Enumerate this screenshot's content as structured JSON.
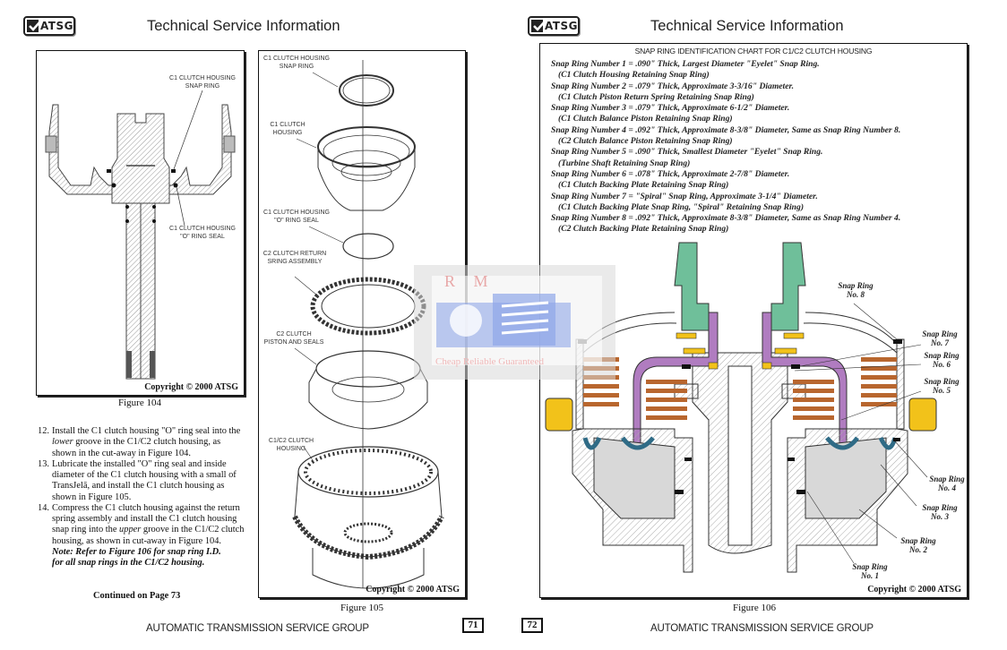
{
  "header": {
    "logo_text": "ATSG",
    "left_title": "Technical Service Information",
    "right_title": "Technical Service Information"
  },
  "figure104": {
    "caption": "Figure 104",
    "copyright": "Copyright © 2000 ATSG",
    "labels": {
      "snap_ring": "C1 CLUTCH HOUSING SNAP RING",
      "snap_ring_l1": "C1 CLUTCH HOUSING",
      "snap_ring_l2": "SNAP RING",
      "oring_l1": "C1 CLUTCH HOUSING",
      "oring_l2": "\"O\" RING SEAL"
    }
  },
  "figure105": {
    "caption": "Figure 105",
    "copyright": "Copyright © 2000 ATSG",
    "labels": [
      {
        "l1": "C1 CLUTCH HOUSING",
        "l2": "SNAP RING"
      },
      {
        "l1": "C1 CLUTCH",
        "l2": "HOUSING"
      },
      {
        "l1": "C1 CLUTCH HOUSING",
        "l2": "\"O\" RING SEAL"
      },
      {
        "l1": "C2 CLUTCH RETURN",
        "l2": "SRING ASSEMBLY"
      },
      {
        "l1": "C2 CLUTCH",
        "l2": "PISTON AND SEALS"
      },
      {
        "l1": "C1/C2 CLUTCH",
        "l2": "HOUSING"
      }
    ]
  },
  "instructions": {
    "steps": [
      {
        "num": "12.",
        "parts": [
          "Install the C1 clutch housing \"O\" ring seal into the ",
          "lower",
          " groove in the C1/C2 clutch housing, as shown in the cut-away in Figure 104."
        ]
      },
      {
        "num": "13.",
        "parts": [
          "Lubricate the installed \"O\" ring seal and inside diameter of the C1 clutch housing with a small of TransJelā, and install the C1 clutch housing as shown in Figure 105.",
          "",
          ""
        ]
      },
      {
        "num": "14.",
        "parts": [
          "Compress the C1 clutch housing against the return spring assembly and install the C1 clutch housing snap ring into the ",
          "upper",
          " groove in the C1/C2 clutch housing, as shown in cut-away in Figure 104."
        ]
      }
    ],
    "note_l1": "Note: Refer to Figure 106 for snap ring I.D.",
    "note_l2": "for all snap rings in the C1/C2 housing.",
    "continued": "Continued on Page 73"
  },
  "figure106": {
    "caption": "Figure 106",
    "copyright": "Copyright © 2000 ATSG",
    "chart_title": "SNAP RING IDENTIFICATION CHART FOR C1/C2 CLUTCH HOUSING",
    "snap_rings": [
      {
        "line": "Snap Ring Number 1 = .090\" Thick, Largest Diameter \"Eyelet\" Snap Ring.",
        "use": "(C1 Clutch Housing Retaining Snap Ring)"
      },
      {
        "line": "Snap Ring Number 2 = .079\" Thick, Approximate 3-3/16\" Diameter.",
        "use": "(C1 Clutch Piston Return Spring Retaining Snap Ring)"
      },
      {
        "line": "Snap Ring Number 3 = .079\" Thick, Approximate 6-1/2\" Diameter.",
        "use": "(C1 Clutch Balance Piston Retaining Snap Ring)"
      },
      {
        "line": "Snap Ring Number 4 = .092\" Thick, Approximate 8-3/8\" Diameter, Same as Snap Ring Number 8.",
        "use": "(C2 Clutch Balance Piston Retaining Snap Ring)"
      },
      {
        "line": "Snap Ring Number 5 = .090\" Thick, Smallest Diameter \"Eyelet\" Snap Ring.",
        "use": "(Turbine Shaft Retaining Snap Ring)"
      },
      {
        "line": "Snap Ring Number 6 = .078\" Thick, Approximate 2-7/8\" Diameter.",
        "use": "(C1 Clutch Backing Plate Retaining Snap Ring)"
      },
      {
        "line": "Snap Ring Number 7 = \"Spiral\" Snap Ring, Approximate 3-1/4\" Diameter.",
        "use": "(C1 Clutch Backing Plate Snap Ring, \"Spiral\" Retaining Snap Ring)"
      },
      {
        "line": "Snap Ring Number 8 = .092\" Thick, Approximate 8-3/8\" Diameter, Same as Snap Ring Number 4.",
        "use": "(C2 Clutch Backing Plate Retaining Snap Ring)"
      }
    ],
    "callouts": [
      {
        "l1": "Snap Ring",
        "l2": "No. 8"
      },
      {
        "l1": "Snap Ring",
        "l2": "No. 7"
      },
      {
        "l1": "Snap Ring",
        "l2": "No. 6"
      },
      {
        "l1": "Snap Ring",
        "l2": "No. 5"
      },
      {
        "l1": "Snap Ring",
        "l2": "No. 4"
      },
      {
        "l1": "Snap Ring",
        "l2": "No. 3"
      },
      {
        "l1": "Snap Ring",
        "l2": "No. 2"
      },
      {
        "l1": "Snap Ring",
        "l2": "No. 1"
      }
    ]
  },
  "watermark": {
    "letters": "R M",
    "tagline": "Cheap Reliable Guaranteed"
  },
  "colors": {
    "green_part": "#6fbf9a",
    "purple_part": "#b07cc0",
    "friction": "#b8662e",
    "yellow_part": "#f2c21a",
    "seal_blue": "#2f6b86",
    "watermark_blue": "#8fa7e8"
  },
  "footer": {
    "left_text": "AUTOMATIC TRANSMISSION SERVICE GROUP",
    "right_text": "AUTOMATIC TRANSMISSION SERVICE GROUP",
    "left_page": "71",
    "right_page": "72"
  }
}
